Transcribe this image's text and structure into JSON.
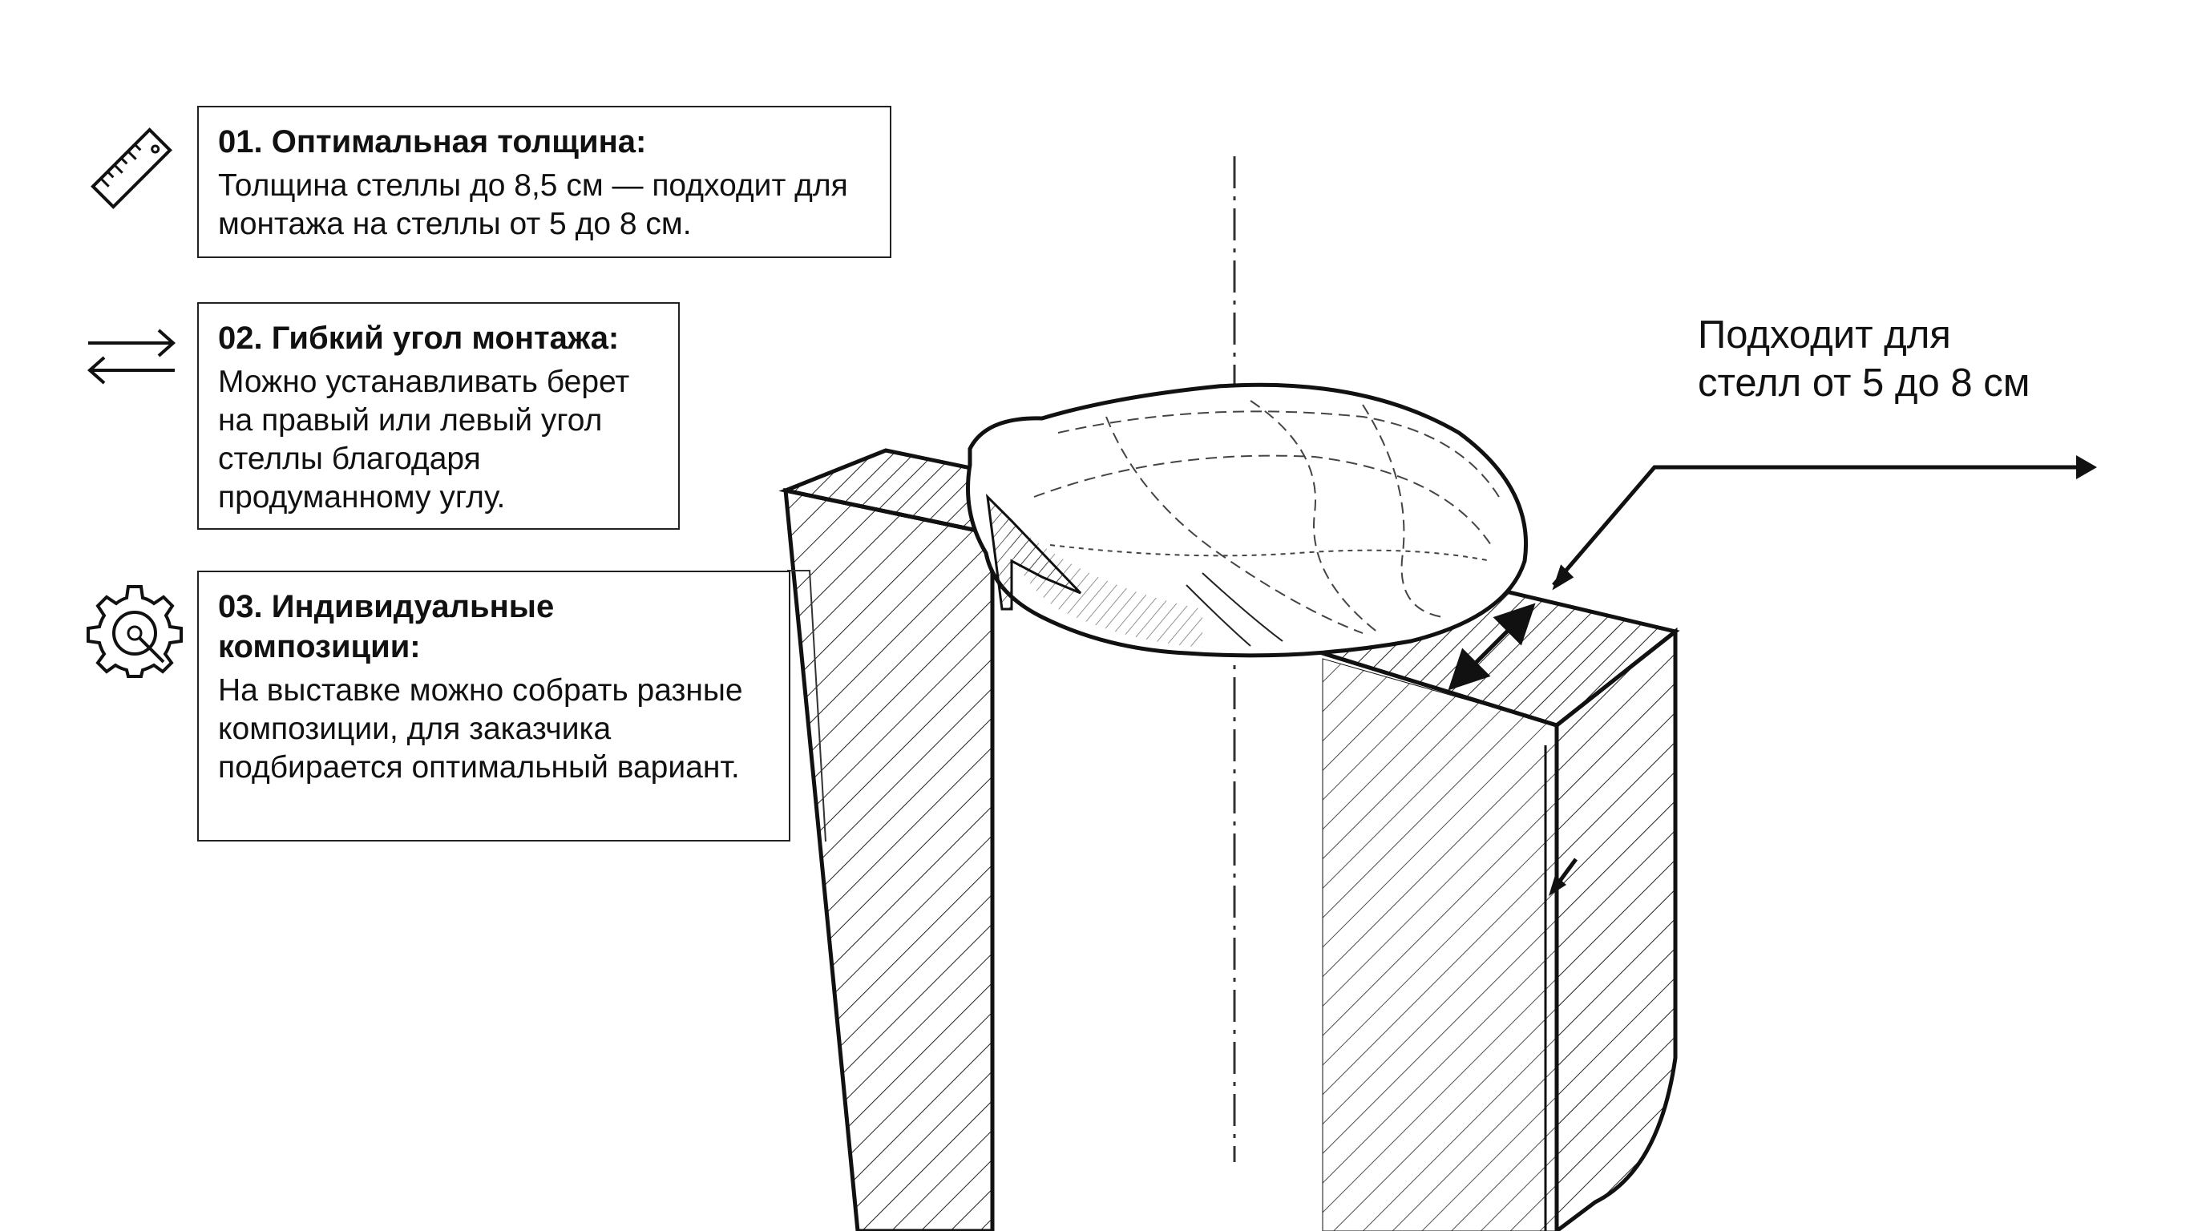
{
  "features": [
    {
      "title": "01. Оптимальная толщина:",
      "text": "Толщина стеллы до 8,5 см — подходит для монтажа на стеллы от 5 до 8 см.",
      "icon": "ruler-icon"
    },
    {
      "title": "02. Гибкий угол монтажа:",
      "text": "Можно устанавливать берет на правый или левый угол стеллы благодаря продуманному углу.",
      "icon": "swap-arrows-icon"
    },
    {
      "title": "03. Индивидуальные композиции:",
      "text": "На выставке можно собрать разные композиции, для заказчика подбирается оптимальный вариант.",
      "icon": "gear-settings-icon"
    }
  ],
  "callout": {
    "line1": "Подходит для",
    "line2": "стелл от 5 до 8 см"
  },
  "colors": {
    "line": "#111111",
    "background": "#ffffff"
  }
}
